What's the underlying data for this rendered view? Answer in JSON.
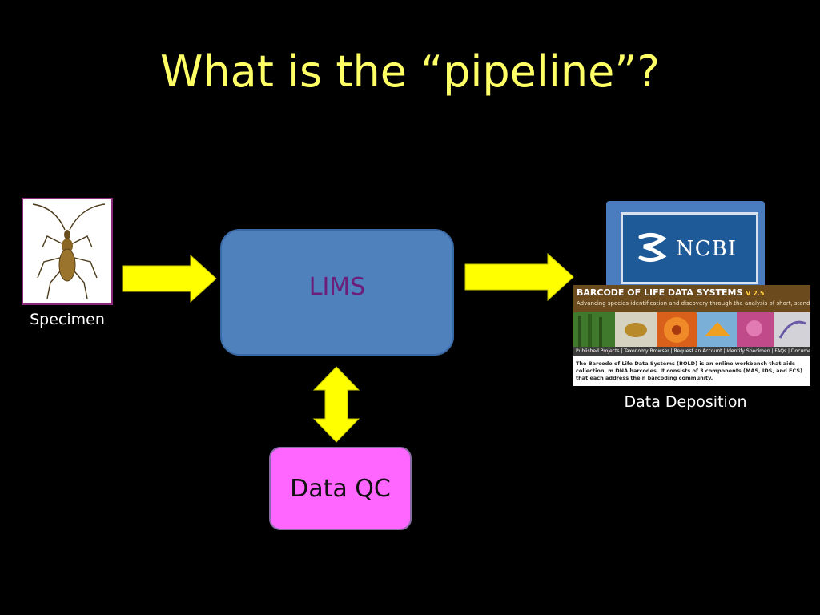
{
  "slide": {
    "title": "What is the “pipeline”?"
  },
  "nodes": {
    "specimen_caption": "Specimen",
    "lims_label": "LIMS",
    "qc_label": "Data QC",
    "deposition_caption": "Data Deposition"
  },
  "ncbi": {
    "logo_text": "NCBI"
  },
  "bold": {
    "title": "BARCODE OF LIFE DATA SYSTEMS",
    "version": "V 2.5",
    "subtitle": "Advancing species identification and discovery through the analysis of short, standardized gene regions",
    "nav": "Published Projects | Taxonomy Browser | Request an Account | Identify Specimen | FAQs | Documentat",
    "description": "The Barcode of Life Data Systems (BOLD) is an online workbench that aids collection, m DNA barcodes. It consists of 3 components (MAS, IDS, and ECS) that each address the n barcoding community."
  },
  "colors": {
    "title": "#ffff66",
    "arrow": "#ffff00",
    "lims": "#4f81bd",
    "qc": "#ff66ff"
  }
}
